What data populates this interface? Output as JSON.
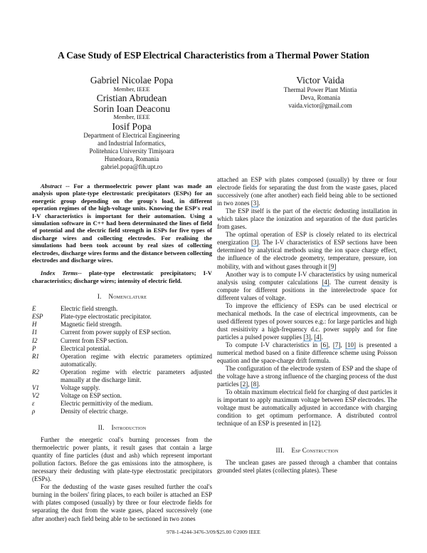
{
  "title": "A Case Study of ESP Electrical Characteristics from a Thermal Power Station",
  "authors_left": {
    "a1_name": "Gabriel Nicolae Popa",
    "a1_member": "Member, IEEE",
    "a2_name": "Cristian Abrudean",
    "a3_name": "Sorin Ioan Deaconu",
    "a3_member": "Member, IEEE",
    "a4_name": "Iosif Popa",
    "aff1": "Department of Electrical Engineering",
    "aff2": "and Industrial Informatics,",
    "aff3": "Politehnica University Timişoara",
    "aff4": "Hunedoara, Romania",
    "email": "gabriel.popa@fih.upt.ro"
  },
  "authors_right": {
    "name": "Victor Vaida",
    "aff1": "Thermal Power Plant Mintia",
    "aff2": "Deva, Romania",
    "email": "vaida.victor@gmail.com"
  },
  "abstract": {
    "label": "Abstract",
    "text": " -- For a thermoelectric power plant was made an analysis upon plate-type electrostatic precipitators (ESPs) for an energetic group depending on the group's load, in different operation regimes of the high-voltage units. Knowing the ESP's real I-V characteristics is important for their automation. Using a simulation software in C++ had been determinated the lines of field of potential and the electric field strength in ESPs for five types of discharge wires and collecting electrodes. For realising the simulations had been took account by real sizes of collecting electrodes, discharge wires forms and the distance between collecting electrodes and discharge wires."
  },
  "index_terms": {
    "label": "Index Terms",
    "text": "-- plate-type electrostatic precipitators; I-V characteristics; discharge wires; intensity of electric field."
  },
  "sections": {
    "s1_num": "I.",
    "s1_title": "Nomenclature",
    "s2_num": "II.",
    "s2_title": "Introduction",
    "s3_num": "III.",
    "s3_title": "Esp Construction"
  },
  "nomenclature": [
    {
      "sym": "E",
      "def": "Electric field strength."
    },
    {
      "sym": "ESP",
      "def": "Plate-type electrostatic precipitator."
    },
    {
      "sym": "H",
      "def": "Magnetic field strength."
    },
    {
      "sym": "I1",
      "def": "Current from power supply of ESP section."
    },
    {
      "sym": "I2",
      "def": "Current from ESP section."
    },
    {
      "sym": "P",
      "def": "Electrical potential."
    },
    {
      "sym": "R1",
      "def": "Operation regime with electric parameters optimized automatically."
    },
    {
      "sym": "R2",
      "def": "Operation regime with electric parameters adjusted manually at the discharge limit."
    },
    {
      "sym": "V1",
      "def": "Voltage supply."
    },
    {
      "sym": "V2",
      "def": "Voltage on ESP section."
    },
    {
      "sym": "ε",
      "def": "Electric permittivity of the medium."
    },
    {
      "sym": "ρ",
      "def": "Density of electric charge."
    }
  ],
  "intro": {
    "p1": "Further the energetic coal's burning processes from the thermoelectric power plants, it result gases that contain a large quantity of fine particles (dust and ash) which represent important pollution factors. Before the gas emissions into the atmosphere, is necessary their dedusting with plate-type electrostatic precipitators (ESPs).",
    "p2": "For the dedusting of the waste gases resulted further the coal's burning in the boilers' firing places, to each boiler is attached an ESP with plates composed (usually) by three or four electrode fields for separating the dust from the waste gases, placed successively (one after another) each field being able to be sectioned in two zones ",
    "p2_ref": "[3]",
    "p2_end": ".",
    "p3": "The ESP itself is the part of the electric dedusting installation in which takes place the ionization and separation of the dust particles from gases.",
    "p4a": "The optimal operation of ESP is closely related to its electrical energization ",
    "p4_ref1": "[3]",
    "p4b": ". The I-V characteristics of ESP sections have been determined by analytical methods using the ion space charge effect, the influence of the electrode geometry, temperature, pressure, ion mobility, with and without gases through it ",
    "p4_ref2": "[9]",
    "p5a": "Another way is to compute I-V characteristics by using numerical analysis using computer calculations ",
    "p5_ref": "[4]",
    "p5b": ". The current density is compute for different positions in the interelectrode space for different values of voltage.",
    "p6a": "To improve the efficiency of ESPs can be used electrical or mechanical methods. In the case of electrical improvments, can be used different types of power sources e.g.: for large particles and high dust resisitivity a high-frequency d.c. power supply and for fine particles a pulsed power supplies ",
    "p6_ref1": "[3]",
    "p6_sep": ", ",
    "p6_ref2": "[4]",
    "p6_end": ".",
    "p7a": "To compute I-V characteristics in ",
    "p7_ref1": "[6]",
    "p7_ref2": "[7]",
    "p7_ref3": "[10]",
    "p7b": " is presented a numerical method based on a finite difference scheme using Poisson equation and the space-charge drift formula.",
    "p8a": "The configuration of the electrode system of ESP and the shape of the voltage have a strong influence of the charging process of the dust particles ",
    "p8_ref1": "[2]",
    "p8_ref2": "[8]",
    "p8_end": ".",
    "p9": "To obtain maximum electrical field for charging of dust particles it is important to  apply maximum voltage between ESP electrodes. The voltage must be automatically adjusted in accordance with charging condition to get optimum performance. A distributed control technique of an ESP is presented in [12]."
  },
  "construction": {
    "p1": "The unclean gases are passed through a chamber that contains grounded steel plates (collecting plates). These"
  },
  "footer": "978-1-4244-3476-3/09/$25.00 ©2009 IEEE"
}
